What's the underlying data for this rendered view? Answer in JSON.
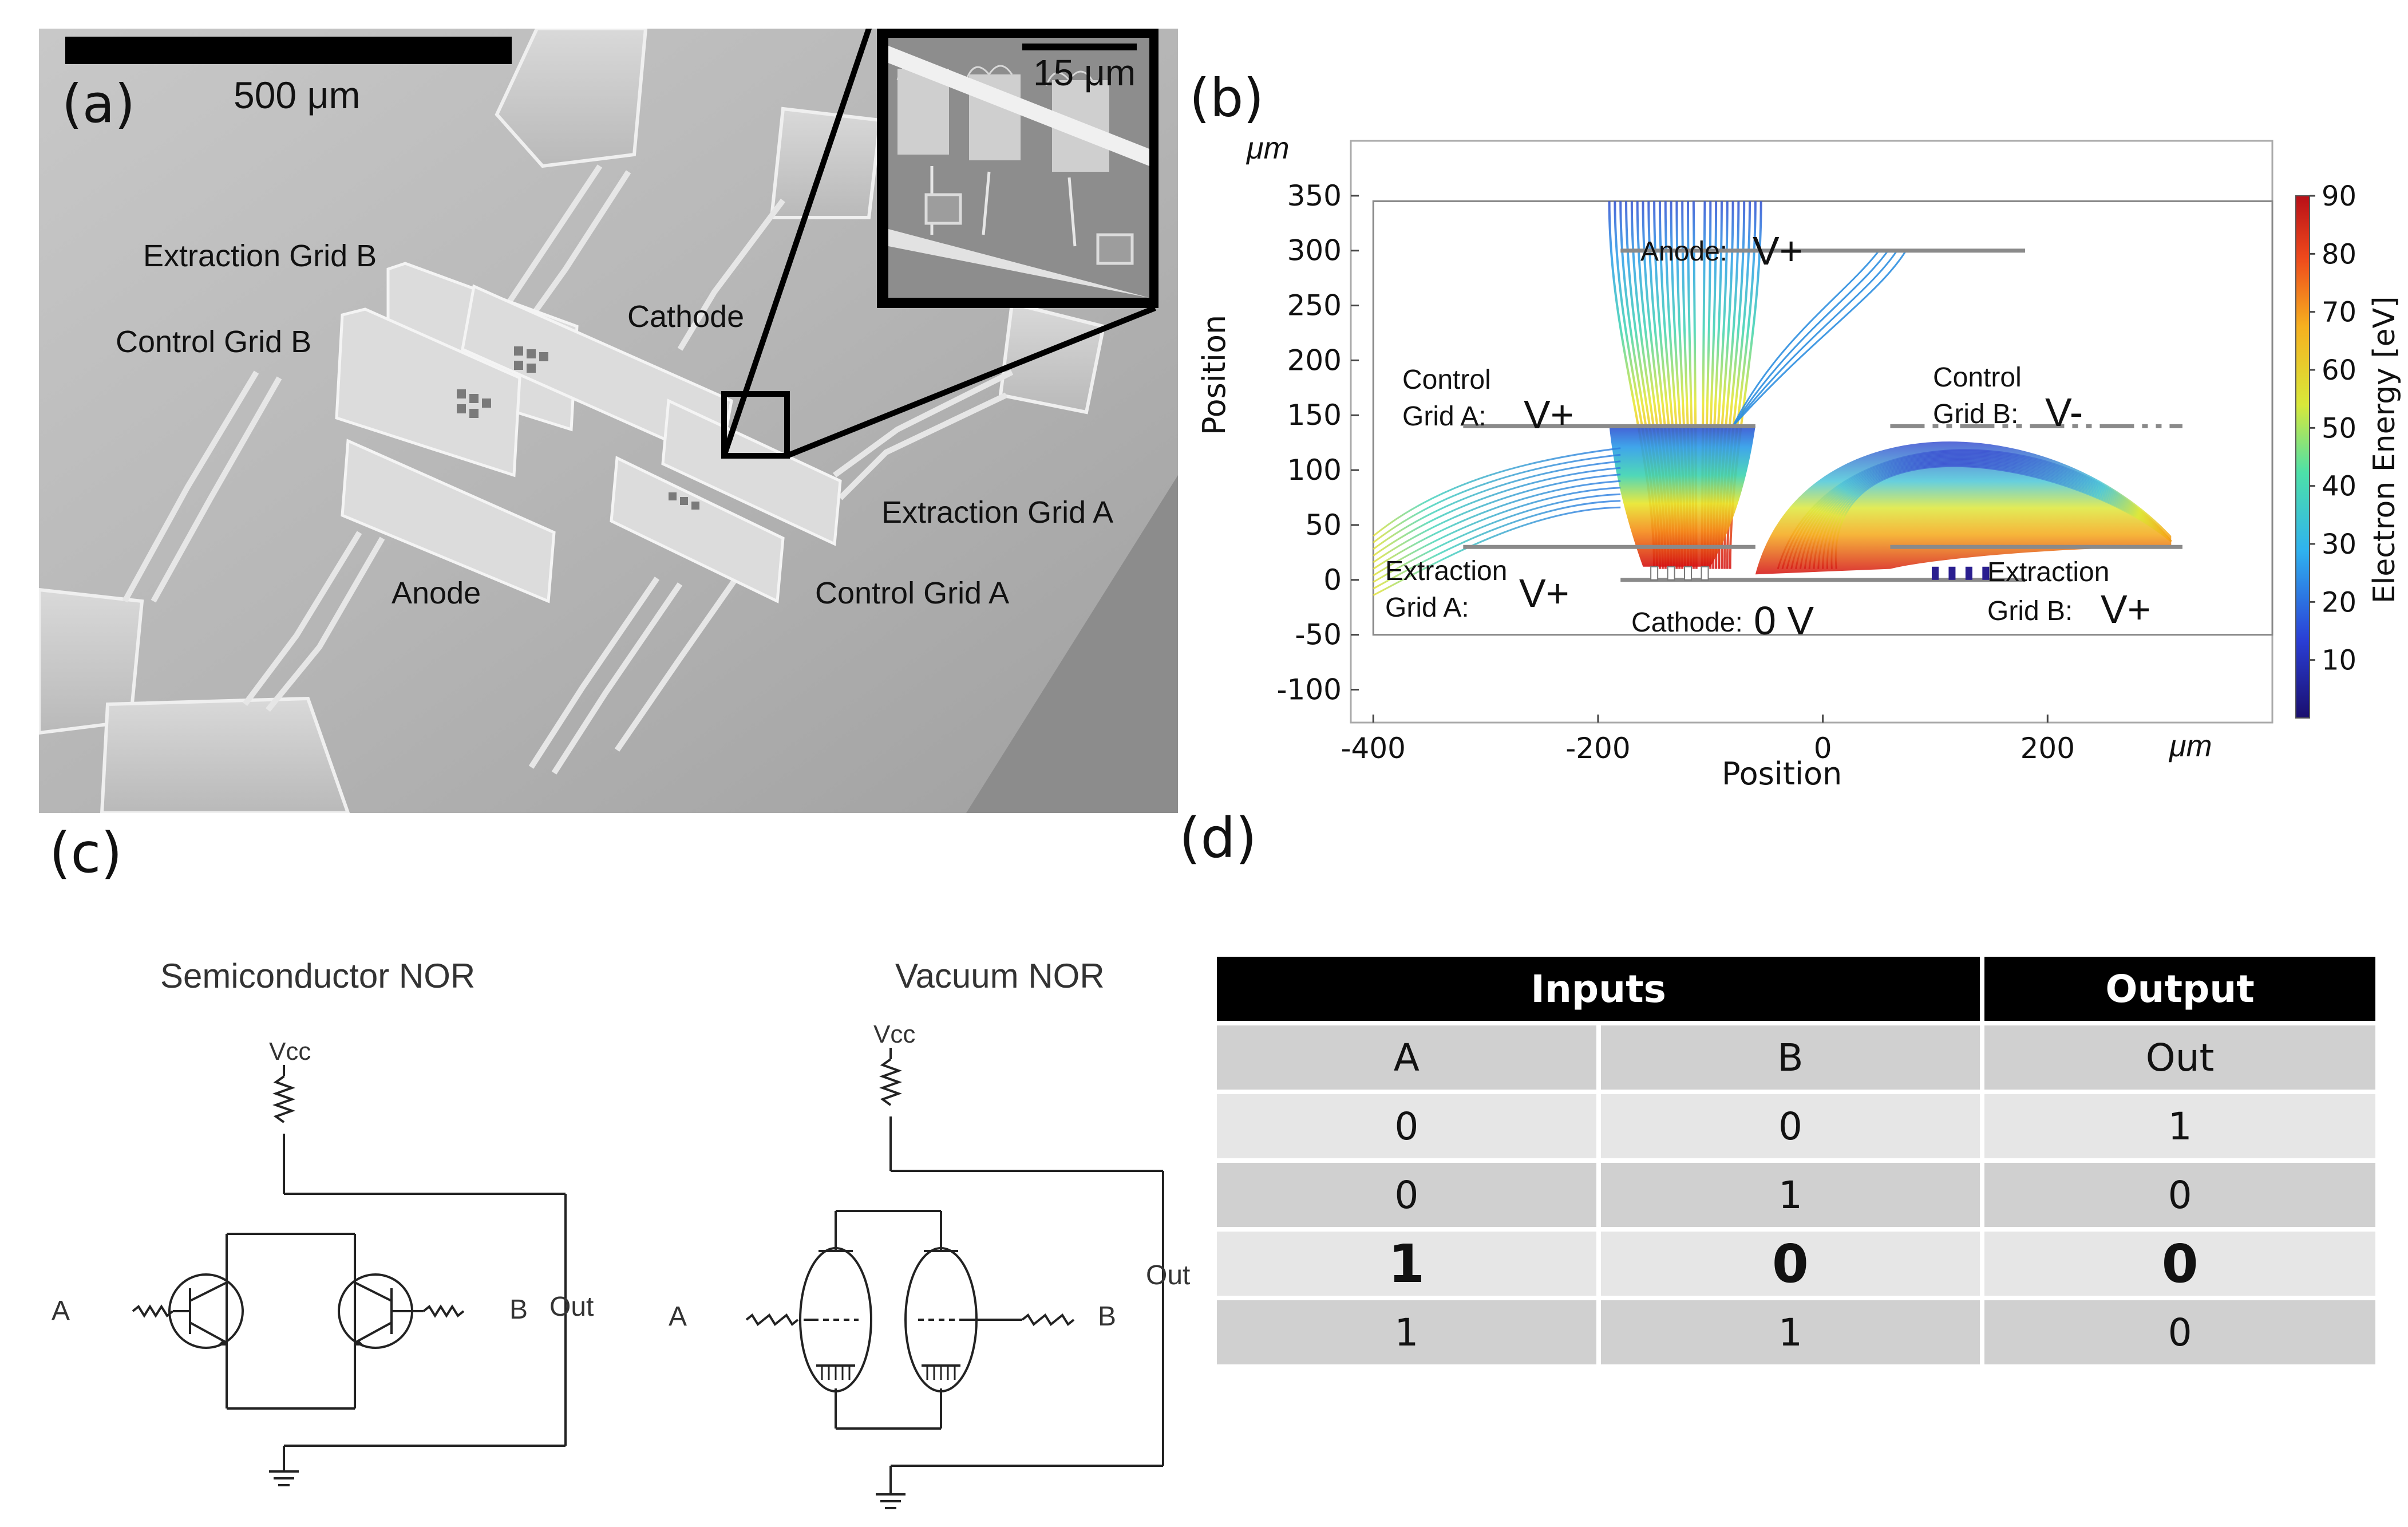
{
  "panels": {
    "a": "(a)",
    "b": "(b)",
    "c": "(c)",
    "d": "(d)"
  },
  "sem": {
    "scale_bar": "500 μm",
    "inset_scale_bar": "15 μm",
    "labels": {
      "extraction_grid_b": "Extraction Grid B",
      "control_grid_b": "Control Grid B",
      "cathode": "Cathode",
      "extraction_grid_a": "Extraction Grid A",
      "anode": "Anode",
      "control_grid_a": "Control Grid A"
    }
  },
  "simulation": {
    "x_unit": "μm",
    "y_unit": "μm",
    "xlabel": "Position",
    "ylabel": "Position",
    "colorbar_label": "Electron Energy [eV]",
    "labels": {
      "anode": "Anode:",
      "anode_v": "V+",
      "control_a_1": "Control",
      "control_a_2": "Grid A:",
      "control_a_v": "V+",
      "control_b_1": "Control",
      "control_b_2": "Grid B:",
      "control_b_v": "V-",
      "extraction_a_1": "Extraction",
      "extraction_a_2": "Grid A:",
      "extraction_a_v": "V+",
      "extraction_b_1": "Extraction",
      "extraction_b_2": "Grid B:",
      "extraction_b_v": "V+",
      "cathode": "Cathode:",
      "cathode_v": "0 V"
    },
    "colors": {
      "low": "#2a1e8f",
      "mid": "#3fb5e8",
      "high": "#d61f1f"
    }
  },
  "chart_data": {
    "type": "line",
    "title": "",
    "xlabel": "Position",
    "ylabel": "Position",
    "xlim": [
      -420,
      400
    ],
    "ylim": [
      -130,
      400
    ],
    "x_ticks": [
      -400,
      -200,
      0,
      200
    ],
    "y_ticks": [
      -100,
      -50,
      0,
      50,
      100,
      150,
      200,
      250,
      300,
      350
    ],
    "colorbar": {
      "label": "Electron Energy [eV]",
      "range": [
        0,
        90
      ],
      "ticks": [
        10,
        20,
        30,
        40,
        50,
        60,
        70,
        80,
        90
      ]
    },
    "electrodes": [
      {
        "name": "Anode",
        "x": [
          -180,
          180
        ],
        "y": 300
      },
      {
        "name": "Control Grid A",
        "x": [
          -320,
          -60
        ],
        "y": 140
      },
      {
        "name": "Control Grid B",
        "x": [
          60,
          320
        ],
        "y": 140
      },
      {
        "name": "Extraction Grid A",
        "x": [
          -320,
          -60
        ],
        "y": 30
      },
      {
        "name": "Extraction Grid B",
        "x": [
          60,
          320
        ],
        "y": 30
      },
      {
        "name": "Cathode",
        "x": [
          -180,
          180
        ],
        "y": 0
      }
    ]
  },
  "circuits": {
    "semi_title": "Semiconductor NOR",
    "vac_title": "Vacuum NOR",
    "vcc": "Vcc",
    "in_a": "A",
    "in_b": "B",
    "out": "Out"
  },
  "table": {
    "header_inputs": "Inputs",
    "header_output": "Output",
    "sub": [
      "A",
      "B",
      "Out"
    ],
    "rows": [
      [
        "0",
        "0",
        "1"
      ],
      [
        "0",
        "1",
        "0"
      ],
      [
        "1",
        "0",
        "0"
      ],
      [
        "1",
        "1",
        "0"
      ]
    ]
  }
}
